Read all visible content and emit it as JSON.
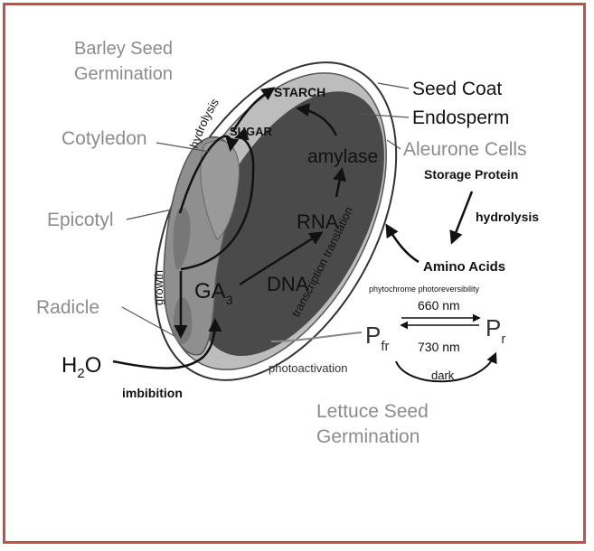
{
  "diagram": {
    "barley_title": [
      "Barley Seed",
      "Germination"
    ],
    "lettuce_title": [
      "Lettuce Seed",
      "Germination"
    ],
    "labels": {
      "seed_coat": "Seed Coat",
      "endosperm": "Endosperm",
      "aleurone": "Aleurone Cells",
      "cotyledon": "Cotyledon",
      "epicotyl": "Epicotyl",
      "radicle": "Radicle",
      "h2o_main": "H",
      "h2o_sub": "2",
      "h2o_end": "O",
      "imbibition": "imbibition",
      "starch": "STARCH",
      "sugar": "SUGAR",
      "amylase": "amylase",
      "rna": "RNA",
      "dna": "DNA",
      "ga_main": "GA",
      "ga_sub": "3",
      "growth": "growth",
      "hydrolysis_arc": "hydrolysis",
      "transcription_translation": "transcription translation",
      "storage_protein": "Storage Protein",
      "hydrolysis": "hydrolysis",
      "amino_acids": "Amino Acids",
      "phytochrome": "phytochrome photoreversibility",
      "nm660": "660 nm",
      "nm730": "730 nm",
      "pfr_main": "P",
      "pfr_sub": "fr",
      "pr_main": "P",
      "pr_sub": "r",
      "photoactivation": "photoactivation",
      "dark": "dark"
    },
    "colors": {
      "border": "#c0504d",
      "endosperm": "#4a4a4a",
      "embryo": "#8f8f8f",
      "seed_coat": "#ffffff",
      "label_gray": "#8c8c8c"
    }
  }
}
